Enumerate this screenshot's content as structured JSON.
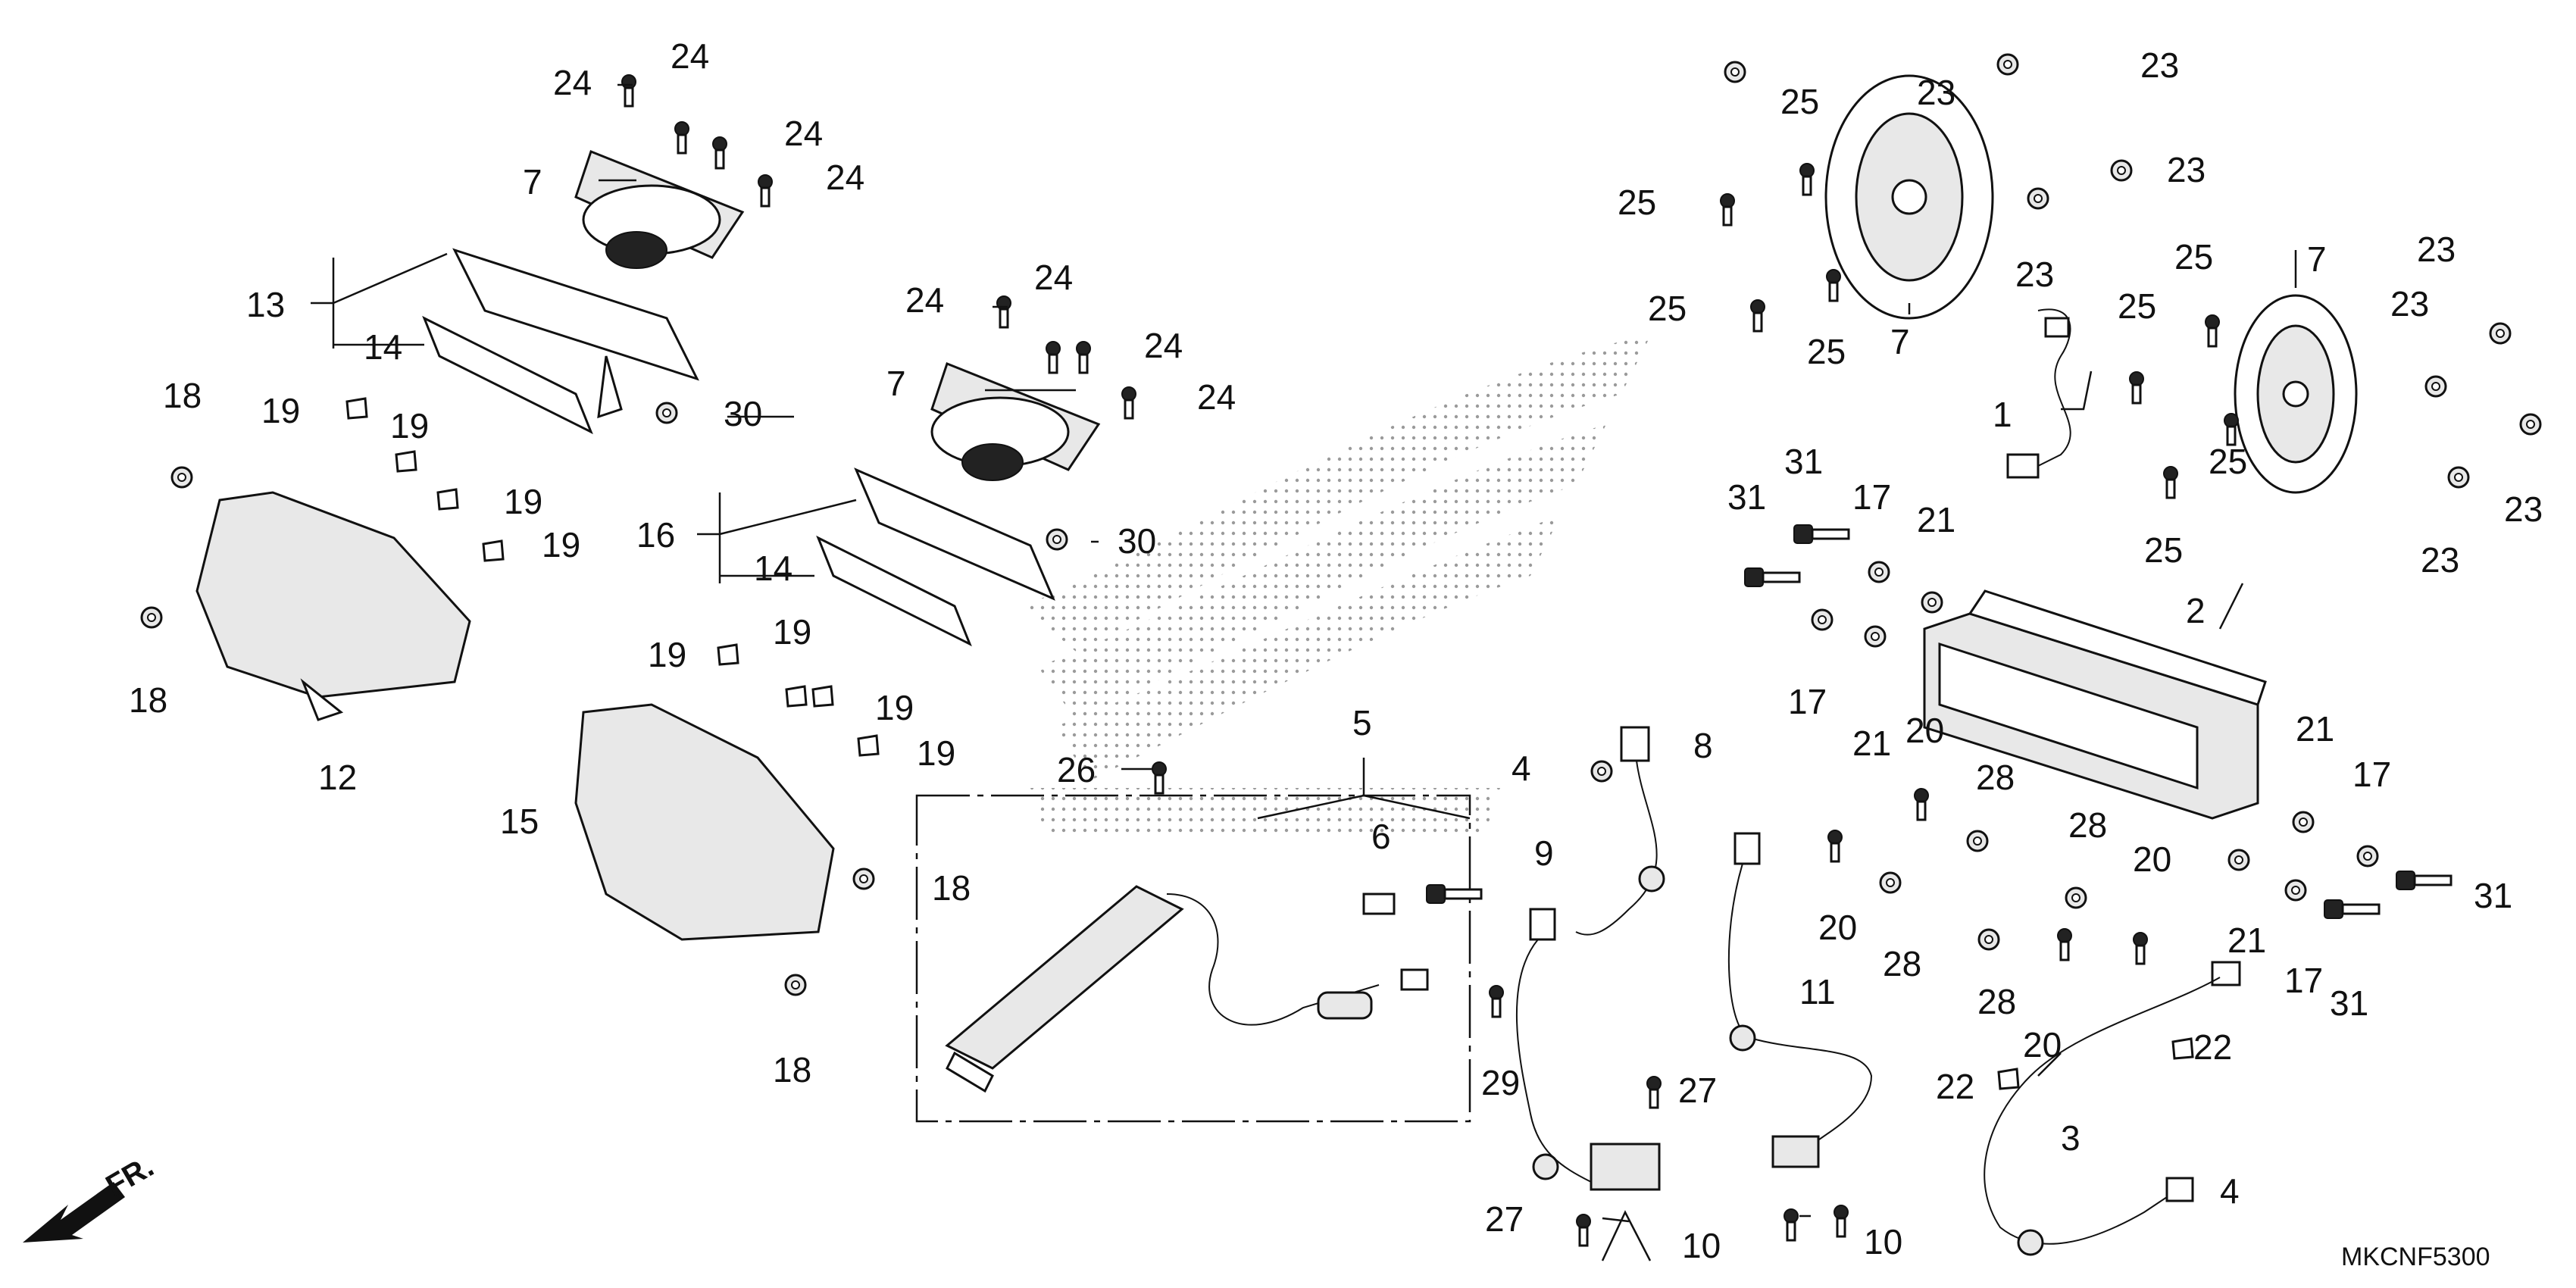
{
  "diagram": {
    "code": "MKCNF5300",
    "direction_label": "FR.",
    "labels": {
      "l1": "1",
      "l2": "2",
      "l3": "3",
      "l4a": "4",
      "l4b": "4",
      "l5": "5",
      "l6": "6",
      "l7a": "7",
      "l7b": "7",
      "l7c": "7",
      "l7d": "7",
      "l8": "8",
      "l9": "9",
      "l10a": "10",
      "l10b": "10",
      "l11": "11",
      "l12": "12",
      "l13": "13",
      "l14a": "14",
      "l14b": "14",
      "l15": "15",
      "l16": "16",
      "l17a": "17",
      "l17b": "17",
      "l17c": "17",
      "l17d": "17",
      "l18a": "18",
      "l18b": "18",
      "l18c": "18",
      "l18d": "18",
      "l19a": "19",
      "l19b": "19",
      "l19c": "19",
      "l19d": "19",
      "l19e": "19",
      "l19f": "19",
      "l19g": "19",
      "l19h": "19",
      "l20a": "20",
      "l20b": "20",
      "l20c": "20",
      "l20d": "20",
      "l21a": "21",
      "l21b": "21",
      "l21c": "21",
      "l21d": "21",
      "l22a": "22",
      "l22b": "22",
      "l23a": "23",
      "l23b": "23",
      "l23c": "23",
      "l23d": "23",
      "l23e": "23",
      "l23f": "23",
      "l23g": "23",
      "l23h": "23",
      "l24a": "24",
      "l24b": "24",
      "l24c": "24",
      "l24d": "24",
      "l24e": "24",
      "l24f": "24",
      "l24g": "24",
      "l24h": "24",
      "l25a": "25",
      "l25b": "25",
      "l25c": "25",
      "l25d": "25",
      "l25e": "25",
      "l25f": "25",
      "l25g": "25",
      "l25h": "25",
      "l26": "26",
      "l27a": "27",
      "l27b": "27",
      "l28a": "28",
      "l28b": "28",
      "l28c": "28",
      "l28d": "28",
      "l29": "29",
      "l30a": "30",
      "l30b": "30",
      "l31a": "31",
      "l31b": "31",
      "l31c": "31",
      "l31d": "31"
    }
  }
}
